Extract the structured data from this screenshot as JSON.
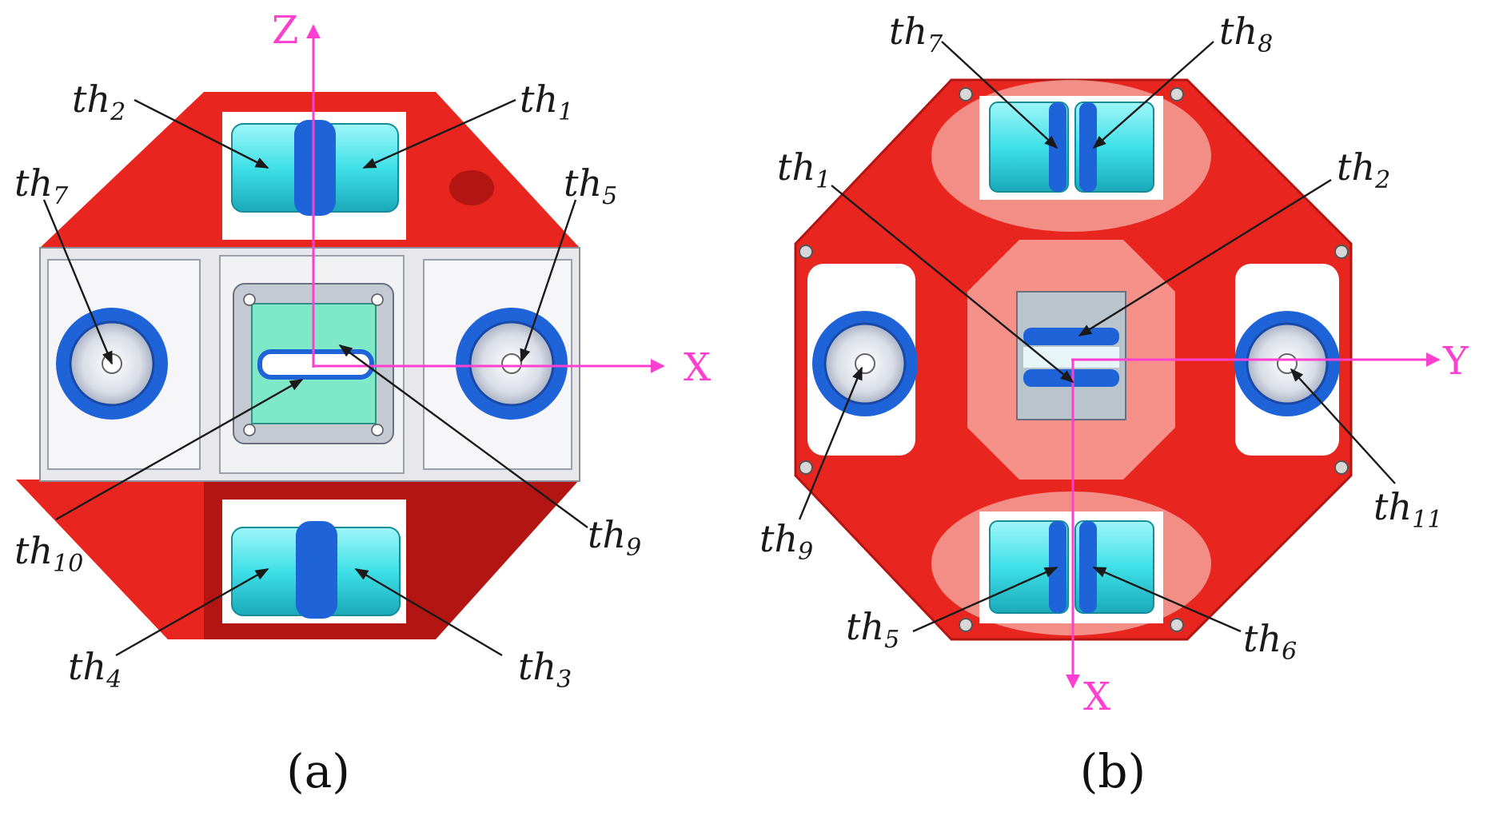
{
  "colors": {
    "frame_red": "#e8261f",
    "frame_dark_red": "#b31512",
    "thruster_cyan": "#3fe0e8",
    "thruster_blue": "#1f63d8",
    "axis_magenta": "#ff3fcf",
    "panel_grey": "#e8e8ec"
  },
  "panel_a": {
    "caption": "(a)",
    "axes": {
      "vertical": "Z",
      "horizontal": "X"
    },
    "labels": [
      {
        "id": "th2",
        "base": "th",
        "sub": "2"
      },
      {
        "id": "th1",
        "base": "th",
        "sub": "1"
      },
      {
        "id": "th7",
        "base": "th",
        "sub": "7"
      },
      {
        "id": "th5",
        "base": "th",
        "sub": "5"
      },
      {
        "id": "th10",
        "base": "th",
        "sub": "10"
      },
      {
        "id": "th9",
        "base": "th",
        "sub": "9"
      },
      {
        "id": "th4",
        "base": "th",
        "sub": "4"
      },
      {
        "id": "th3",
        "base": "th",
        "sub": "3"
      }
    ]
  },
  "panel_b": {
    "caption": "(b)",
    "axes": {
      "horizontal": "Y",
      "vertical": "X"
    },
    "labels": [
      {
        "id": "th7",
        "base": "th",
        "sub": "7"
      },
      {
        "id": "th8",
        "base": "th",
        "sub": "8"
      },
      {
        "id": "th1",
        "base": "th",
        "sub": "1"
      },
      {
        "id": "th2",
        "base": "th",
        "sub": "2"
      },
      {
        "id": "th9",
        "base": "th",
        "sub": "9"
      },
      {
        "id": "th11",
        "base": "th",
        "sub": "11"
      },
      {
        "id": "th5",
        "base": "th",
        "sub": "5"
      },
      {
        "id": "th6",
        "base": "th",
        "sub": "6"
      }
    ]
  }
}
